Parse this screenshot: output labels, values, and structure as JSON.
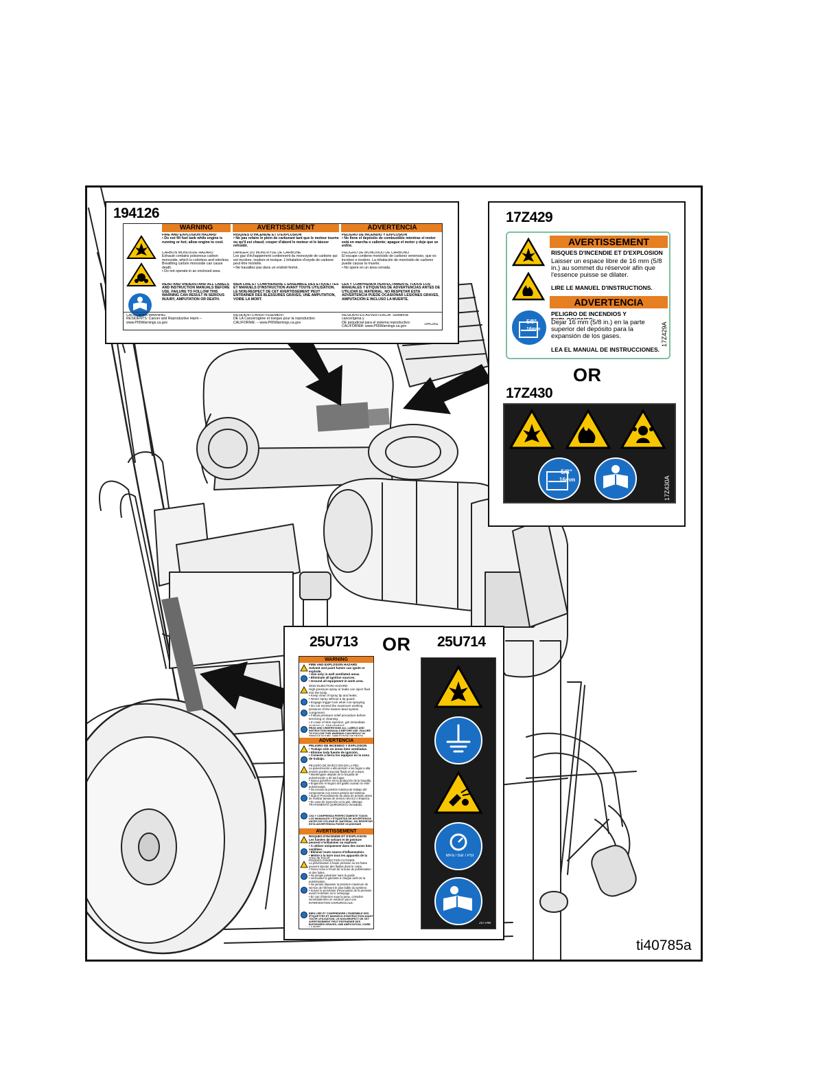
{
  "figure_id": "ti40785a",
  "or_label": "OR",
  "label_194126": {
    "part": "194126",
    "headers": [
      "WARNING",
      "AVERTISSEMENT",
      "ADVERTENCIA"
    ],
    "en_fire": "FIRE AND EXPLOSION HAZARD\n• Do not fill fuel tank while engine is running or hot; allow engine to cool.",
    "en_co": "CARBON MONOXIDE HAZARD\nExhaust contains poisonous carbon monoxide, which is colorless and odorless. Breathing carbon monoxide can cause death.\n• Do not operate in an enclosed area.",
    "en_read": "READ AND UNDERSTAND ALL LABELS AND INSTRUCTION MANUALS BEFORE USE. FAILURE TO FOLLOW THIS WARNING CAN RESULT IN SERIOUS INJURY, AMPUTATION OR DEATH.",
    "fr_fire": "RISQUES D'INCENDIE ET D'EXPLOSION\n• Ne pas refaire le plein de carburant tant que le moteur tourne ou qu'il est chaud; couper d'abord le moteur et le laisser refroidir.",
    "fr_co": "DANGER DU MONOXYDE DE CARBONE\nLes gaz d'échappement contiennent du monoxyde de carbone qui est incolore, inodore et toxique. L'inhalation d'oxyde de carbone peut être mortelle.\n• Ne travaillez pas dans un endroit fermé.",
    "fr_read": "BIEN LIRE ET COMPRENDRE L'ENSEMBLE DES ÉTIQUETTES ET MANUELS D'INSTRUCTION AVANT TOUTE UTILISATION. LE NON-RESPECT DE CET AVERTISSEMENT PEUT ENTRAÎNER DES BLESSURES GRAVES, UNE AMPUTATION, VOIRE LA MORT.",
    "es_fire": "PELIGRO DE INCENDIO Y EXPLOSIÓN\n• No llene el depósito de combustible mientras el motor está en marcha o caliente; apague el motor y deje que se enfríe.",
    "es_co": "PELIGRO DE MONÓXIDO DE CARBONO\nEl escape contiene monóxido de carbono venenoso, que es incoloro e inodoro. La inhalación de monóxido de carbono puede causar la muerte.\n• No opere en un área cerrada.",
    "es_read": "LEA Y COMPRENDA PERFECTAMENTE TODOS LOS MANUALES Y ETIQUETAS DE ADVERTENCIAS ANTES DE UTILIZAR EL MATERIAL. NO RESPETAR ESTA ADVERTENCIA PUEDE OCASIONAR LESIONES GRAVES, AMPUTACIÓN E INCLUSO LA MUERTE.",
    "ca_en": "CALIFORNIA  WARNING\nRESIDENTS:  Cancer and Reproductive Harm – www.P65Warnings.ca.gov",
    "ca_fr": "RÉSIDENTS  AVERTISSEMENT\nDE LA  Cancérogène et toxique pour la reproduction\nCALIFORNIE: – www.P65Warnings.ca.gov",
    "ca_es": "RESIDENTES  ADVERTENCIA: Sustancia cancerígena y\nDE  perjudicial para el sistema reproductivo:\nCALIFORNIA: www.P65Warnings.ca.gov",
    "code": "194126G"
  },
  "label_17Z429": {
    "part": "17Z429",
    "header_fr": "AVERTISSEMENT",
    "title_fr": "RISQUES D'INCENDIE ET D'EXPLOSION",
    "body_fr": "Laisser un espace libre de 16 mm (5/8 in.) au sommet du réservoir afin que l'essence puisse se dilater.",
    "read_fr": "LIRE LE MANUEL D'INSTRUCTIONS.",
    "header_es": "ADVERTENCIA",
    "title_es": "PELIGRO DE INCENDIOS Y EXPLOSIONES",
    "body_es": "Dejar 16 mm (5/8 in.) en la parte superior del depósito para la expansión de los gases.",
    "read_es": "LEA EL MANUAL DE INSTRUCCIONES.",
    "icon_dim_in": "5/8\"",
    "icon_dim_mm": "16mm",
    "code": "17Z429A"
  },
  "label_17Z430": {
    "part": "17Z430",
    "icon_dim_in": "5/8\"",
    "icon_dim_mm": "16mm",
    "code": "17Z430A"
  },
  "label_25U713": {
    "part": "25U713",
    "header_en": "WARNING",
    "header_es": "ADVERTENCIA",
    "header_fr": "AVERTISSEMENT",
    "en_fire": "FIRE AND EXPLOSION HAZARD\nSolvent and paint fumes can ignite or explode.\n• Use only in well ventilated areas.\n• Eliminate all ignition sources.\n• Ground all equipment in work area.",
    "en_skin": "SKIN INJECTION HAZARD\nHigh-pressure spray or leaks can inject fluid into the body.\n• Keep clear of spray tip and leaks.\n• Never spray without a tip guard.\n• Engage trigger lock when not spraying.\n• Do not exceed the maximum working pressure of the lowest rated system component.\n• Follow pressure relief procedure before servicing or cleaning.\n• In case of skin injection, get immediate SURGICAL TREATMENT.",
    "en_read": "READ AND UNDERSTAND ALL LABELS AND INSTRUCTION MANUALS BEFORE USE. FAILURE TO FOLLOW THIS WARNING CAN RESULT IN SERIOUS INJURY, AMPUTATION OR DEATH.",
    "es_fire": "PELIGRO DE INCENDIO Y EXPLOSIÓN\n• Trabaje sólo en áreas bien ventiladas.\n• Elimine toda fuente de ignición.\n• Conecte a tierra los equipos en la zona de trabajo.",
    "es_skin": "PELIGRO DE INYECCIÓN EN LA PIEL\nLa pulverización a alta presión o las fugas a alta presión pueden inyectar fluido en el cuerpo.\n• Manténgase alejado de la boquilla de pulverización y de las fugas.\n• Nunca pulverice sin la protección de la boquilla.\n• Enganche el seguro del gatillo cuando no esté pulverizando.\n• No exceda la presión máxima de trabajo del componente con menor presión del sistema.\n• Siga el Procedimiento de alivio de presión antes de realizar tareas de servicio técnico o limpieza.\n• En caso de inyección en la piel, obtenga TRATAMIENTO QUIRÚRGICO inmediato.",
    "es_read": "LEA Y COMPRENDA PERFECTAMENTE TODOS LOS MANUALES Y ETIQUETAS DE ADVERTENCIA ANTES DE UTILIZAR EL MATERIAL. NO RESPETAR ESTA ADVERTENCIA PUEDE OCASIONAR LESIONES GRAVES, AMPUTACIÓN E INCLUSO LA MUERTE.",
    "fr_fire": "RISQUES D'INCENDIE ET D'EXPLOSION\nLes fumées de solvant et de peinture peuvent s'enflammer ou exploser.\n• À utiliser uniquement dans des zones bien ventilées.\n• Éliminer toute source d'inflammation.\n• Mettre à la terre tous les appareils de la zone de travail.",
    "fr_skin": "RISQUES D'INJECTION CUTANÉE\nLa pulvérisation à haute pression ou les fuites peuvent injecter des fluides dans le corps.\n• Tenez-vous à l'écart de la buse de pulvérisation et des fuites.\n• Ne jamais pulvériser sans la garde.\n• Verrouillez la gâchette à chaque arrêt de la pulvérisation.\n• Ne jamais dépasser la pression maximum de service de l'élément le plus faible du système.\n• Suivez la procédure d'évacuation de la pression avant l'entretien ou le nettoyage.\n• En cas d'injection sous la peau, consulter immédiatement un médecin pour une INTERVENTION CHIRURGICALE.",
    "fr_read": "BIEN LIRE ET COMPRENDRE L'ENSEMBLE DES ÉTIQUETTES ET MANUELS D'INSTRUCTION AVANT TOUTE UTILISATION. LE NON-RESPECT DE CET AVERTISSEMENT PEUT ENTRAÎNER DES BLESSURES GRAVES, UNE AMPUTATION, VOIRE LA MORT."
  },
  "label_25U714": {
    "part": "25U714",
    "pressure_units": "MPa / bar / PSI",
    "code": "25714A"
  }
}
